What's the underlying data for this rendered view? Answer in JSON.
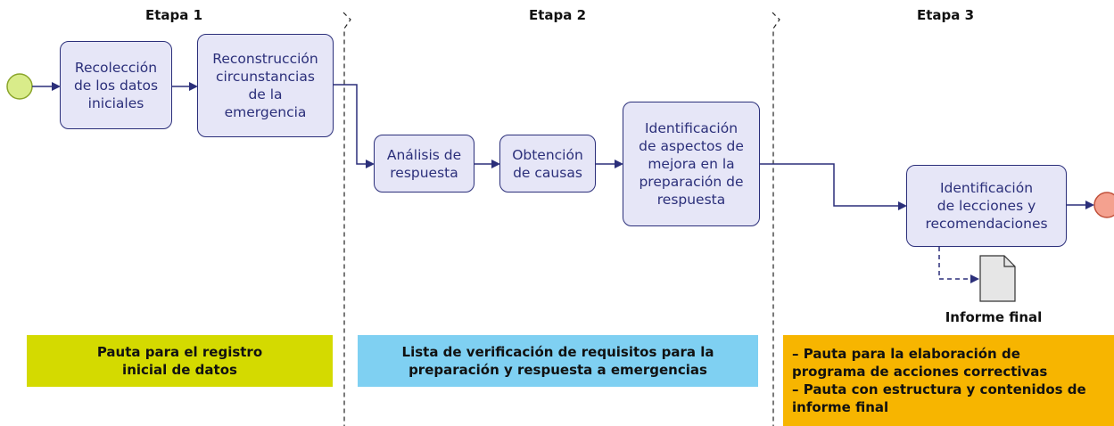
{
  "stages": [
    "Etapa 1",
    "Etapa 2",
    "Etapa 3"
  ],
  "steps": [
    "Recolección\nde los datos\niniciales",
    "Reconstrucción\ncircunstancias\nde la\nemergencia",
    "Análisis de\nrespuesta",
    "Obtención\nde causas",
    "Identificación\nde aspectos de\nmejora en la\npreparación de\nrespuesta",
    "Identificación\nde lecciones y\nrecomendaciones"
  ],
  "document_label": "Informe final",
  "tools": {
    "stage1": "Pauta para el registro\ninicial de datos",
    "stage2": "Lista de verificación de requisitos para la\npreparación y respuesta a emergencias",
    "stage3": [
      "– Pauta para la elaboración de\nprograma de acciones correctivas",
      "– Pauta con estructura y contenidos de\ninforme final"
    ]
  },
  "colors": {
    "box_fill": "#e6e6f7",
    "box_border": "#2b2f7a",
    "start_event": "#d9ec8a",
    "end_event": "#f4a18f",
    "band1": "#d4da00",
    "band2": "#7fd0f2",
    "band3": "#f7b500"
  }
}
